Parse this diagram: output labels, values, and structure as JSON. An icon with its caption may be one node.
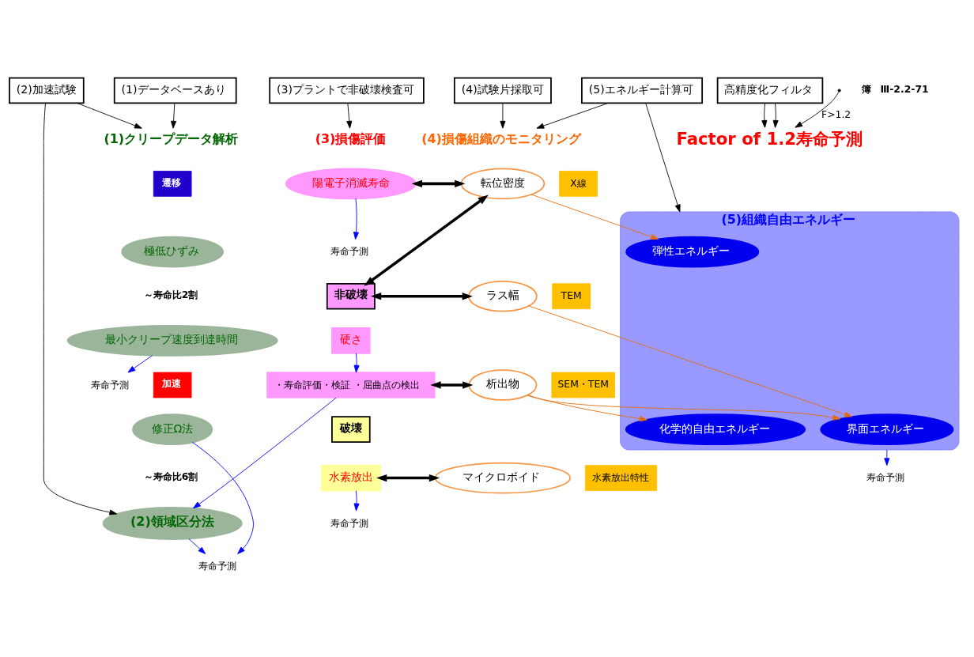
{
  "diagram": {
    "nodes": [
      {
        "text": [
          "(1)データベースあり"
        ]
      },
      {
        "text": [
          "(2)加速試験"
        ]
      },
      {
        "text": [
          "(3)プラントで非破壊検査可"
        ]
      },
      {
        "text": [
          "(4)試験片採取可"
        ]
      },
      {
        "text": [
          "(5)エネルギー計算可"
        ]
      },
      {
        "text": [
          "(1)クリープデータ解析"
        ]
      },
      {
        "text": [
          "極低ひずみ"
        ]
      },
      {
        "text": [
          "最小クリープ速度到達時間"
        ]
      },
      {
        "text": [
          "寿命予測"
        ]
      },
      {
        "text": [
          "修正Ω法"
        ]
      },
      {
        "text": [
          "寿命予測"
        ]
      },
      {
        "text": [
          "(2)領域区分法"
        ]
      },
      {
        "text": [
          "(3)損傷評価"
        ]
      },
      {
        "text": [
          "陽電子消滅寿命"
        ]
      },
      {
        "text": [
          "寿命予測"
        ]
      },
      {
        "text": [
          "非破壊"
        ]
      },
      {
        "text": [
          "硬さ"
        ]
      },
      {
        "text": [
          "・寿命評価・検証 ・屈曲点の検出"
        ]
      },
      {
        "text": [
          "破壊"
        ]
      },
      {
        "text": [
          "水素放出"
        ]
      },
      {
        "text": [
          "寿命予測"
        ]
      },
      {
        "text": [
          "(4)損傷組織のモニタリング"
        ]
      },
      {
        "text": [
          "転位密度"
        ],
        "beside": [
          "X線"
        ]
      },
      {
        "text": [
          "ラス幅"
        ],
        "beside": [
          "TEM"
        ]
      },
      {
        "text": [
          "析出物"
        ],
        "beside": [
          "SEM・TEM"
        ]
      },
      {
        "text": [
          "マイクロボイド"
        ],
        "beside": [
          "水素放出特性"
        ]
      },
      {
        "text": [
          "(5)組織自由エネルギー"
        ]
      },
      {
        "text": [
          "弾性エネルギー"
        ],
        "in": 26
      },
      {
        "text": [
          "化学的自由エネルギー"
        ],
        "in": 26
      },
      {
        "text": [
          "界面エネルギー"
        ],
        "in": 26
      },
      {
        "text": [
          "寿命予測"
        ]
      },
      {
        "text": [
          "高精度化フィルタ"
        ]
      },
      {
        "text": [
          "Factor of 1.2寿命予測"
        ]
      }
    ],
    "edges": [
      {
        "from": 0,
        "to": 5,
        "arrow": "to"
      },
      {
        "from": 1,
        "to": 5,
        "arrow": "to"
      },
      {
        "from": 1,
        "to": 11,
        "arrow": "to"
      },
      {
        "from": 2,
        "to": 12,
        "arrow": "to"
      },
      {
        "from": 3,
        "to": 21,
        "arrow": "to"
      },
      {
        "from": 4,
        "to": 21,
        "arrow": "to"
      },
      {
        "from": 4,
        "to": 26,
        "arrow": "to"
      },
      {
        "from": 7,
        "to": 8,
        "arrow": "to",
        "color": "#0000ff"
      },
      {
        "from": 9,
        "to": 10,
        "arrow": "to",
        "color": "#0000ff"
      },
      {
        "from": 11,
        "to": 10,
        "arrow": "to",
        "color": "#0000ff"
      },
      {
        "from": 13,
        "to": 14,
        "arrow": "to",
        "color": "#0000ff"
      },
      {
        "from": 16,
        "to": 17,
        "arrow": "to",
        "color": "#0000ff"
      },
      {
        "from": 17,
        "to": 11,
        "arrow": "to",
        "color": "#0000ff"
      },
      {
        "from": 19,
        "to": 20,
        "arrow": "to",
        "color": "#0000ff"
      },
      {
        "from": 26,
        "to": 30,
        "arrow": "to",
        "color": "#0000ff"
      },
      {
        "from": 13,
        "to": 22,
        "arrow": "both",
        "style": "thick"
      },
      {
        "from": 15,
        "to": 22,
        "arrow": "both",
        "style": "thick"
      },
      {
        "from": 15,
        "to": 23,
        "arrow": "both",
        "style": "thick"
      },
      {
        "from": 17,
        "to": 24,
        "arrow": "both",
        "style": "thick"
      },
      {
        "from": 19,
        "to": 25,
        "arrow": "both",
        "style": "thick"
      },
      {
        "from": 22,
        "to": 27,
        "arrow": "to",
        "color": "#e46c0a"
      },
      {
        "from": 23,
        "to": 29,
        "arrow": "to",
        "color": "#e46c0a"
      },
      {
        "from": 24,
        "to": 28,
        "arrow": "to",
        "color": "#e46c0a"
      },
      {
        "from": 24,
        "to": 29,
        "arrow": "to",
        "color": "#e46c0a"
      },
      {
        "from": null,
        "to": 32,
        "arrow": "to",
        "label": "F>1.2"
      },
      {
        "from": 31,
        "to": 32,
        "arrow": "to"
      },
      {
        "from": 31,
        "to": 32,
        "arrow": "to"
      }
    ],
    "labels": [
      "遷移",
      "～寿命比2割",
      "加速",
      "～寿命比6割",
      "簿　Ⅲ-2.2-71"
    ]
  }
}
